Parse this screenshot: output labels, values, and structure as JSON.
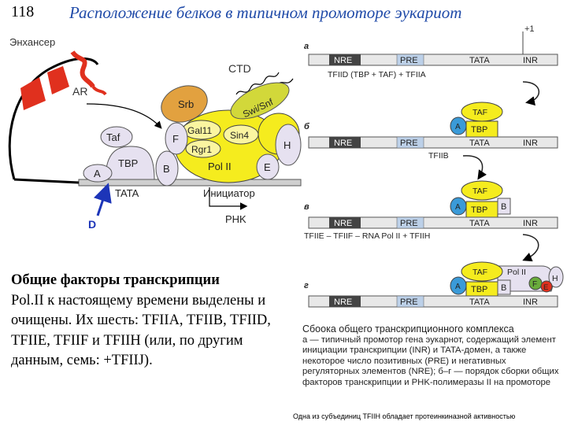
{
  "slide_number": "118",
  "title": "Расположение белков в типичном промоторе эукариот",
  "left_diagram": {
    "enhancer": "Энхансер",
    "ar": "AR",
    "ctd": "CTD",
    "srb": "Srb",
    "swi_snf": "Swi/Snf",
    "gal11": "Gal11",
    "sin4": "Sin4",
    "rgr1": "Rgr1",
    "pol2": "Pol II",
    "taf": "Taf",
    "tbp": "TBP",
    "f": "F",
    "b": "B",
    "a": "A",
    "h": "H",
    "e": "E",
    "tata": "TATA",
    "initiator": "Инициатор",
    "rnk": "PHK",
    "d_marker": "D"
  },
  "right_diagram": {
    "plus1": "+1",
    "panels": [
      {
        "letter": "а",
        "elements": [
          "NRE",
          "PRE",
          "TATA",
          "INR"
        ],
        "note": "TFIID (TBP + TAF) + TFIIA"
      },
      {
        "letter": "б",
        "elements": [
          "NRE",
          "PRE",
          "TATA",
          "INR"
        ],
        "note": "TFIIB"
      },
      {
        "letter": "в",
        "elements": [
          "NRE",
          "PRE",
          "TATA",
          "INR"
        ],
        "note": "TFIIE – TFIIF – RNA Pol II + TFIIH"
      },
      {
        "letter": "г",
        "elements": [
          "NRE",
          "PRE",
          "TATA",
          "INR"
        ],
        "note": ""
      }
    ],
    "taf": "TAF",
    "tbp": "TBP",
    "a": "A",
    "b": "B",
    "pol2": "Pol II",
    "f": "F",
    "h": "H",
    "e": "E"
  },
  "body": {
    "heading": "Общие факторы транскрипции",
    "text": "Pol.II к настоящему времени выделены и очищены. Их шесть: TFIIA, TFIIB, TFIID, TFIIE, TFIIF и TFIIH (или, по другим данным, семь: +TFIIJ)."
  },
  "caption": {
    "title": "Сбоока общего транскрипционного комплекса",
    "text": "а — типичный промотор гена эукарнот, содержащий элемент инициации транскрипции (INR) и TATA-домен, а также некоторое число позитивных (PRE) и негативных регуляторных элементов (NRE); б–г — порядок сборки общих факторов транскрипции и PHK-полимеразы II на промоторе"
  },
  "footnote": "Одна из субъединиц TFIIH обладает протеинкиназной активностью",
  "colors": {
    "title": "#1f4aa8",
    "pol2_yellow": "#f5ec1e",
    "srb_orange": "#e2a13f",
    "swi_green": "#d2d83a",
    "red_enhancer": "#e0301e",
    "blue_a": "#3a9ad8",
    "lavender": "#e6e1f0",
    "dna_gray": "#a9a9a9",
    "dark_box": "#444444",
    "light_blue_box": "#bcd0e8",
    "arrow_blue": "#1d35b8"
  }
}
